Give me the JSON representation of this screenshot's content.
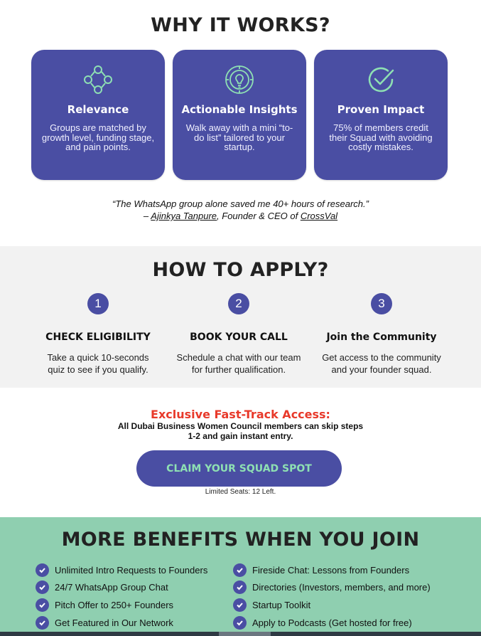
{
  "why": {
    "title": "WHY IT WORKS?",
    "cards": [
      {
        "icon": "network-circle-icon",
        "title": "Relevance",
        "desc": "Groups are matched by growth level, funding stage, and pain points."
      },
      {
        "icon": "lightbulb-target-icon",
        "title": "Actionable Insights",
        "desc": "Walk away with a mini “to-do list” tailored to your startup."
      },
      {
        "icon": "check-circle-icon",
        "title": "Proven Impact",
        "desc": "75% of members credit their Squad with avoiding costly mistakes."
      }
    ],
    "quote": "“The WhatsApp group alone saved me 40+ hours of research.”",
    "attribution_dash": "– ",
    "attribution_name": "Ajinkya Tanpure",
    "attribution_mid": ", Founder & CEO of ",
    "attribution_company": "CrossVal"
  },
  "apply": {
    "title": "HOW TO APPLY?",
    "steps": [
      {
        "num": "1",
        "title": "CHECK ELIGIBILITY",
        "desc": "Take a quick 10-seconds quiz to see if you qualify."
      },
      {
        "num": "2",
        "title": "BOOK YOUR CALL",
        "desc": "Schedule a chat with our team for further qualification."
      },
      {
        "num": "3",
        "title": "Join the Community",
        "desc": "Get access to the community and your founder squad."
      }
    ]
  },
  "fast_track": {
    "title": "Exclusive Fast-Track Access:",
    "desc": "All Dubai Business Women Council members can skip steps 1-2 and gain instant entry.",
    "cta": "CLAIM YOUR SQUAD SPOT",
    "seats": "Limited Seats: 12  Left."
  },
  "benefits": {
    "title": "MORE BENEFITS WHEN YOU JOIN",
    "left": [
      "Unlimited Intro Requests to Founders",
      "24/7 WhatsApp Group Chat",
      "Pitch Offer to 250+ Founders",
      "Get Featured in Our Network"
    ],
    "right": [
      "Fireside Chat: Lessons from Founders",
      "Directories (Investors, members, and more)",
      "Startup Toolkit",
      "Apply to Podcasts (Get hosted for free)"
    ]
  },
  "colors": {
    "primary": "#4a4ea3",
    "accent_red": "#e8392a",
    "mint": "#8fcfb0",
    "cta_text": "#8ee0b3"
  }
}
